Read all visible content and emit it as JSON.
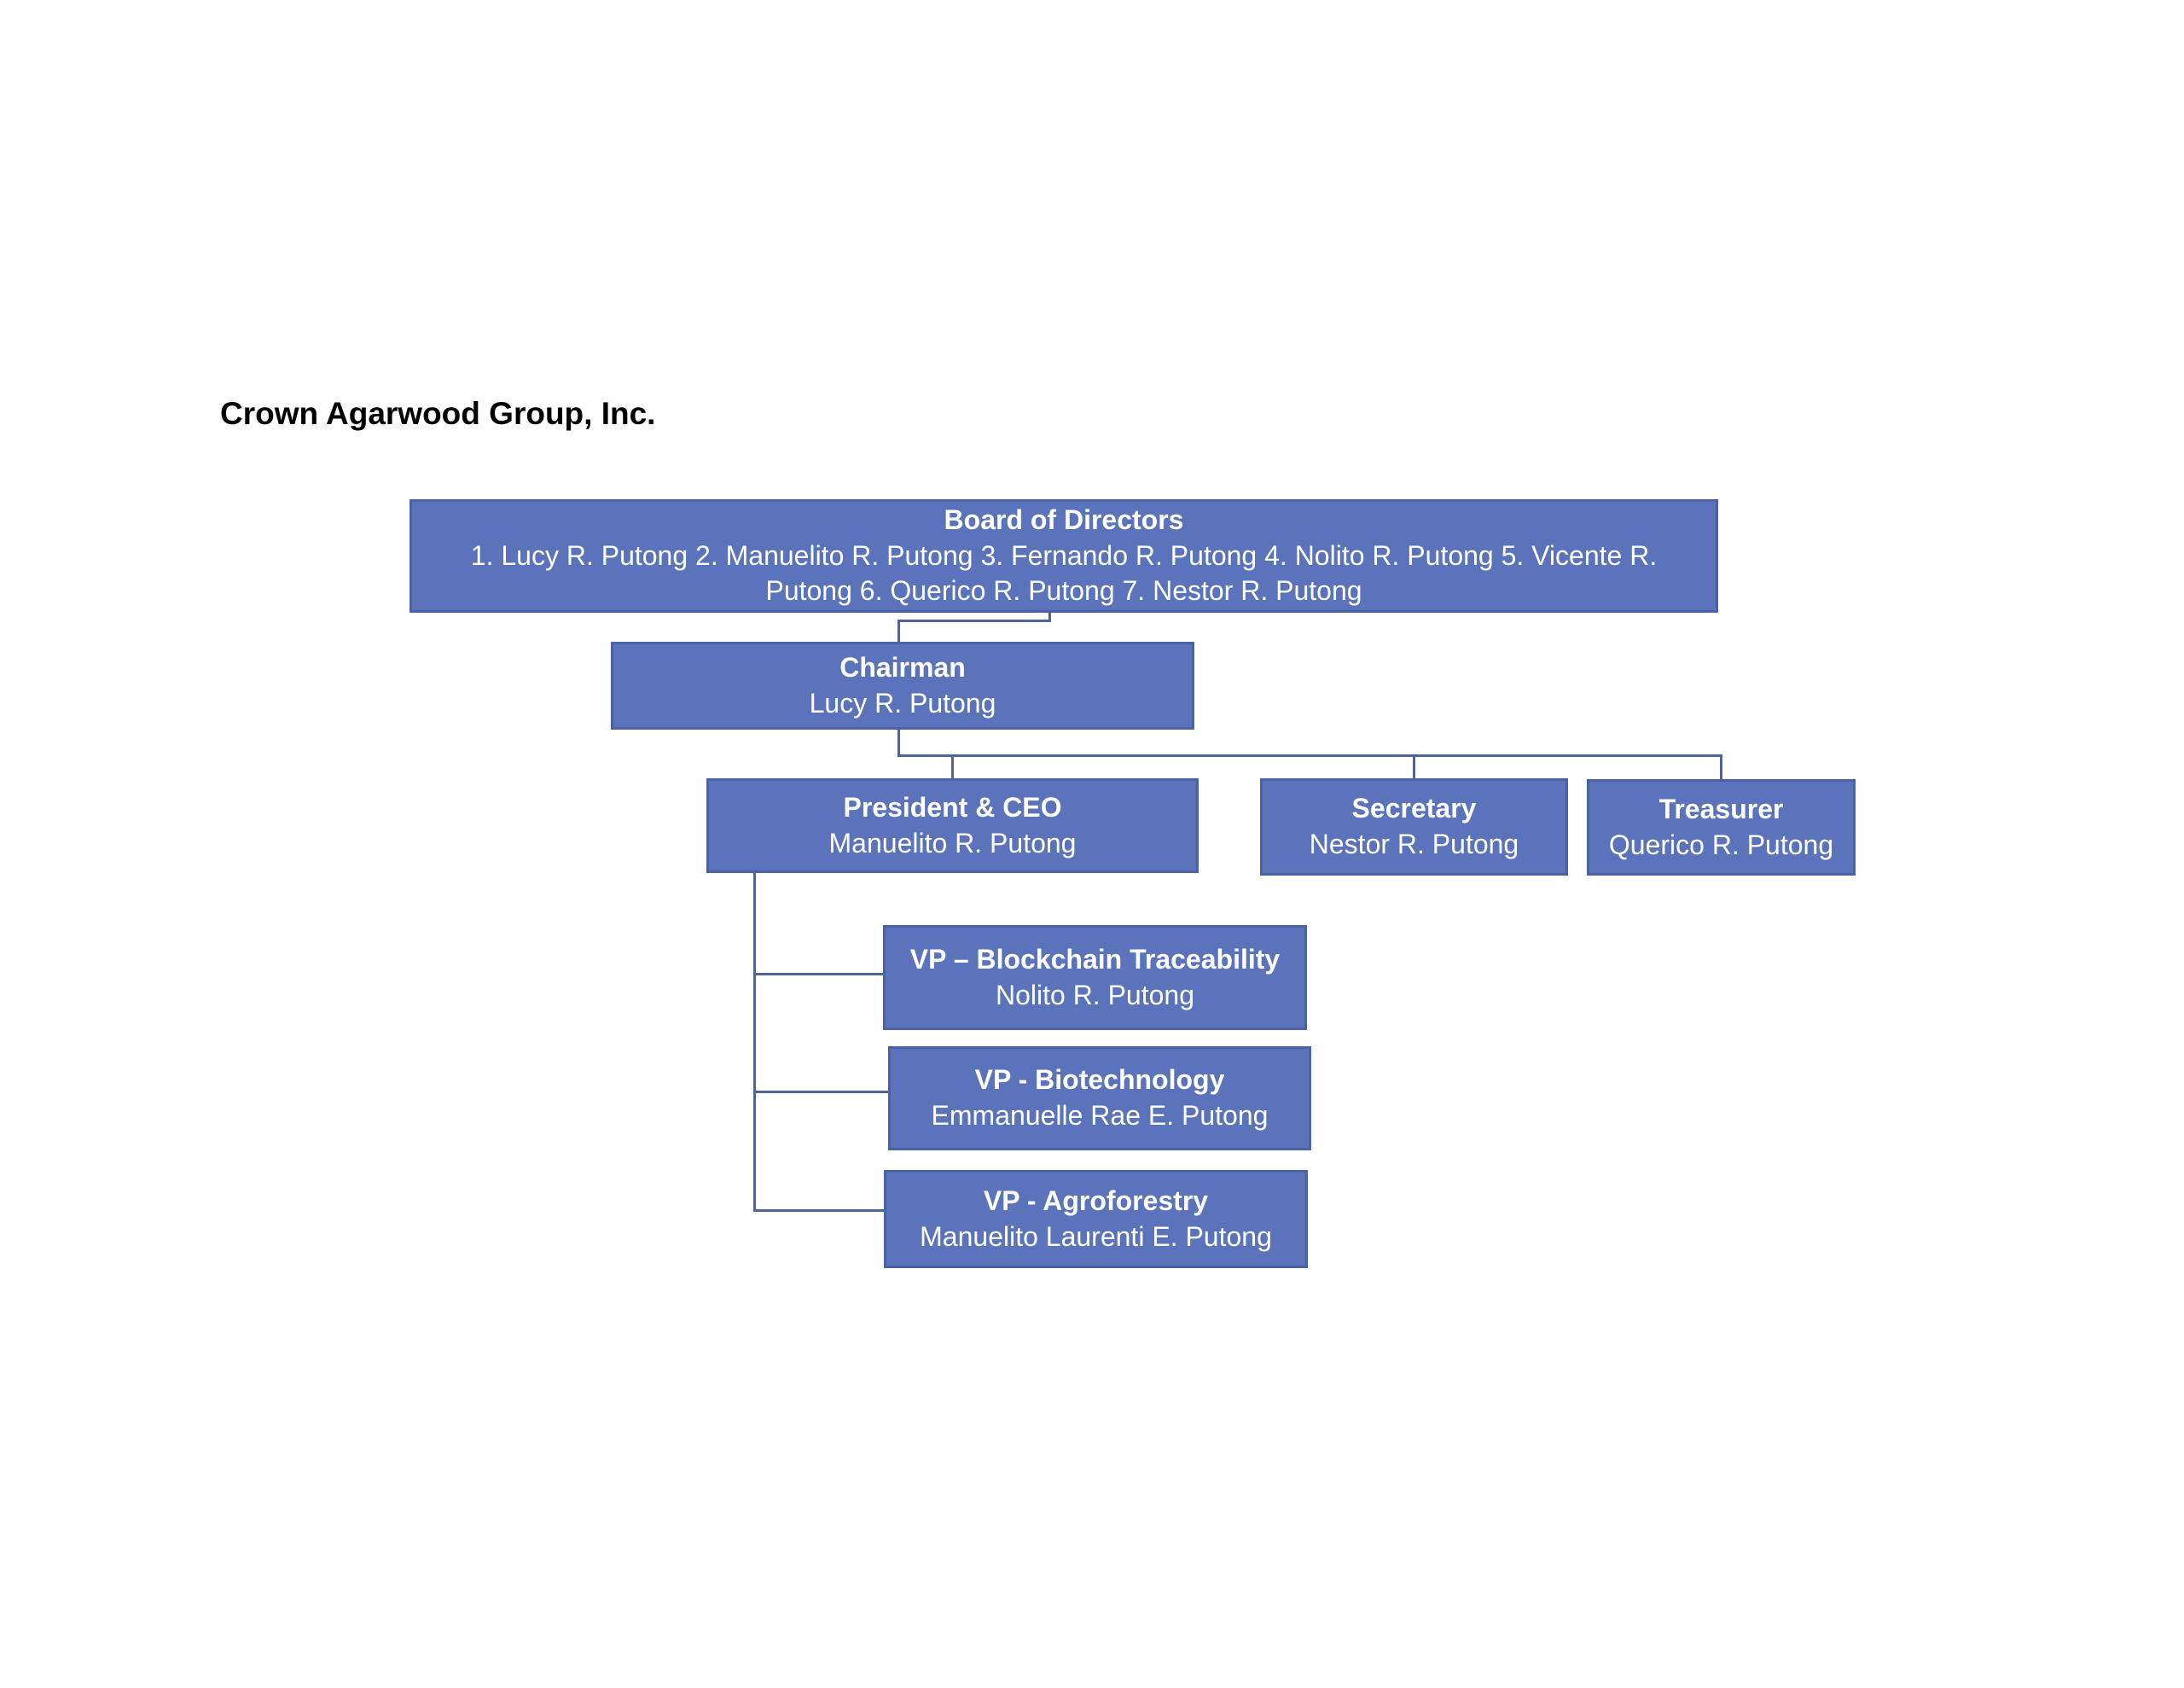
{
  "document": {
    "title": "Crown Agarwood Group, Inc."
  },
  "colors": {
    "background": "#FFFFFF",
    "title_text": "#000000",
    "node_fill": "#5A73BA",
    "node_border": "#4B63A4",
    "node_text": "#FFFFFF",
    "connector": "#4F639F"
  },
  "org_chart": {
    "nodes": {
      "board": {
        "role": "Board of Directors",
        "members": "1. Lucy R. Putong 2. Manuelito R. Putong 3. Fernando R. Putong 4. Nolito R. Putong 5. Vicente R. Putong 6. Querico R. Putong 7. Nestor R. Putong"
      },
      "chairman": {
        "role": "Chairman",
        "name": "Lucy R. Putong"
      },
      "president": {
        "role": "President & CEO",
        "name": "Manuelito R. Putong"
      },
      "secretary": {
        "role": "Secretary",
        "name": "Nestor R. Putong"
      },
      "treasurer": {
        "role": "Treasurer",
        "name": "Querico R. Putong"
      },
      "vp_blockchain": {
        "role": "VP – Blockchain Traceability",
        "name": "Nolito R. Putong"
      },
      "vp_biotechnology": {
        "role": "VP - Biotechnology",
        "name": "Emmanuelle Rae E. Putong"
      },
      "vp_agroforestry": {
        "role": "VP - Agroforestry",
        "name": "Manuelito Laurenti E. Putong"
      }
    },
    "hierarchy": [
      {
        "parent": "Board of Directors",
        "child": "Chairman"
      },
      {
        "parent": "Chairman",
        "child": "President & CEO"
      },
      {
        "parent": "Chairman",
        "child": "Secretary"
      },
      {
        "parent": "Chairman",
        "child": "Treasurer"
      },
      {
        "parent": "President & CEO",
        "child": "VP – Blockchain Traceability"
      },
      {
        "parent": "President & CEO",
        "child": "VP - Biotechnology"
      },
      {
        "parent": "President & CEO",
        "child": "VP - Agroforestry"
      }
    ]
  }
}
